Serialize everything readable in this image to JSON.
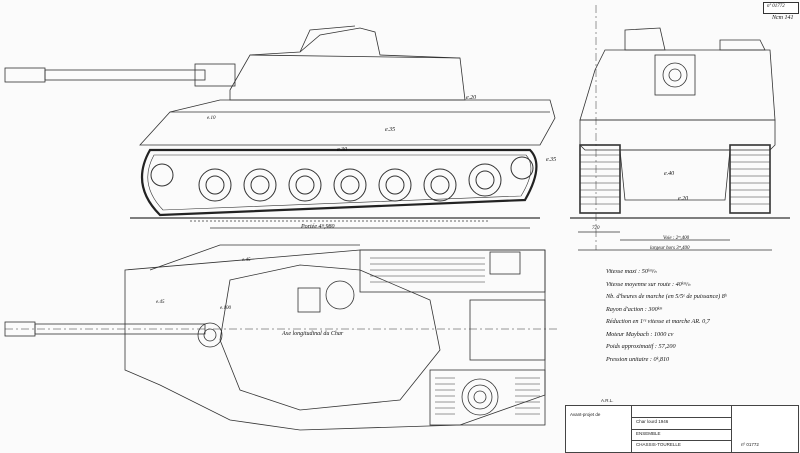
{
  "drawing": {
    "number": "nº 01772",
    "sheet": "Ncm 141"
  },
  "labels": {
    "c20": "e.20",
    "c35": "e.35",
    "c30": "e.30",
    "c10": "e.10",
    "c40": "e.40",
    "ground_contact": "Portée 4ᵐ,980",
    "track_width_num": "720",
    "gauge": "Voie : 2ᵐ,400",
    "overall_width": "largeur hors 3ᵐ,400",
    "c45_a": "e.45",
    "c45_b": "e.45",
    "c100": "e.100",
    "axis": "Axe longitudinal du Char"
  },
  "specs": [
    "Vitesse maxi :   50ᵏᵐ/ₕ",
    "Vitesse moyenne sur route : 40ᵏᵐ/ₕ",
    "Nb. d'heures de marche (en 5/5ᵉ de puissance) 8ʰ",
    "Rayon d'action :   300ᵏᵐ",
    "Réduction en 1ʳᵉ vitesse et marche AR. 0,7",
    "Moteur Maybach :   1000 cv",
    "Poids approximatif : 57,200",
    "Pression unitaire :   0ᵏ,810"
  ],
  "titleblock": {
    "header": "A.R.L.",
    "project": "Avant-projet de",
    "subject": "Char lourd 1946",
    "title": "ENSEMBLE",
    "subtitle": "CHASSIS-TOURELLE"
  }
}
